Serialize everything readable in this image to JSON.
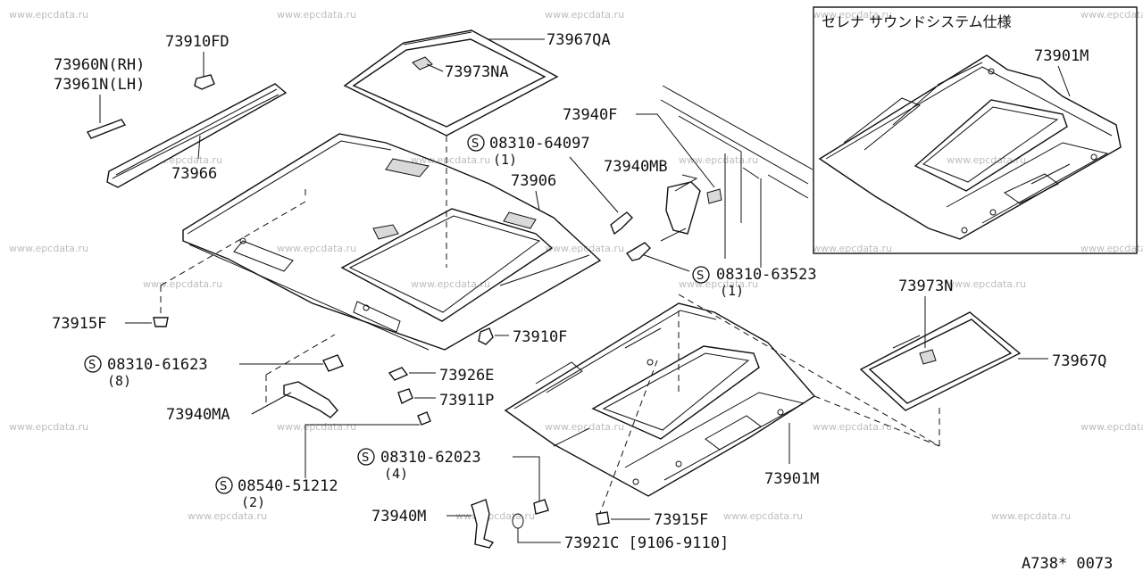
{
  "watermark": "www.epcdata.ru",
  "inset_title": "セレナ サウンドシステム仕様",
  "footer_code": "A738* 0073",
  "screw_symbol": "S",
  "labels": {
    "p73910FD": "73910FD",
    "p73960N": "73960N(RH)",
    "p73961N": "73961N(LH)",
    "p73966": "73966",
    "p73967QA": "73967QA",
    "p73973NA": "73973NA",
    "p73906": "73906",
    "p73940F": "73940F",
    "s08310_64097": "08310-64097",
    "s08310_64097_qty": "(1)",
    "p73940MB": "73940MB",
    "s08310_63523": "08310-63523",
    "s08310_63523_qty": "(1)",
    "p73915F_left": "73915F",
    "s08310_61623": "08310-61623",
    "s08310_61623_qty": "(8)",
    "p73910F": "73910F",
    "p73926E": "73926E",
    "p73911P": "73911P",
    "p73940MA": "73940MA",
    "s08540_51212": "08540-51212",
    "s08540_51212_qty": "(2)",
    "s08310_62023": "08310-62023",
    "s08310_62023_qty": "(4)",
    "p73940M": "73940M",
    "p73921C": "73921C [9106-9110]",
    "p73915F_bottom": "73915F",
    "p73901M_main": "73901M",
    "p73901M_inset": "73901M",
    "p73973N": "73973N",
    "p73967Q": "73967Q"
  }
}
